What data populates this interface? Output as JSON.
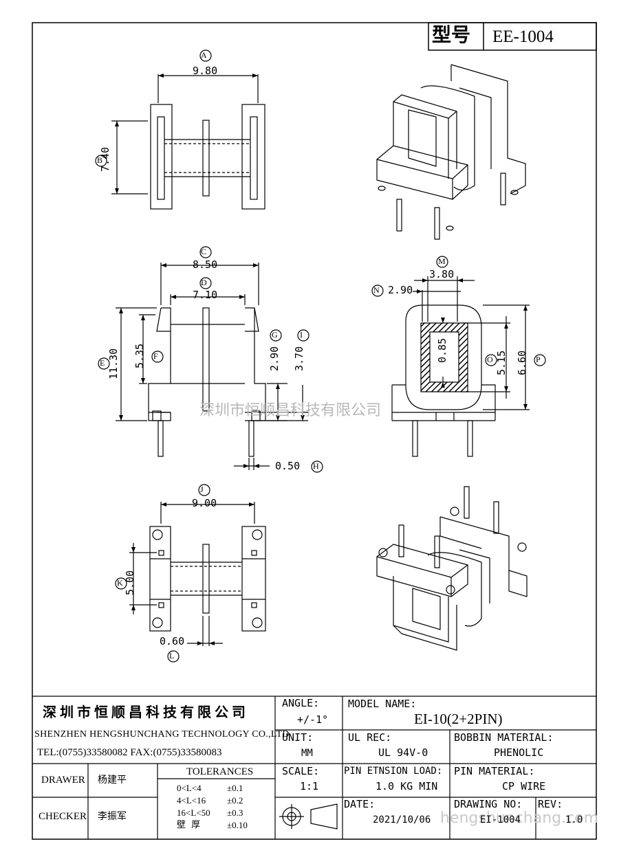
{
  "title_block": {
    "model_label": "型号",
    "model_value": "EE-1004"
  },
  "dimensions": {
    "A": {
      "letter": "A",
      "value": "9.80"
    },
    "B": {
      "letter": "B",
      "value": "7.40"
    },
    "C": {
      "letter": "C",
      "value": "8.50"
    },
    "D": {
      "letter": "D",
      "value": "7.10"
    },
    "E": {
      "letter": "E",
      "value": "11.30"
    },
    "F": {
      "letter": "F",
      "value": "5.35"
    },
    "G": {
      "letter": "G",
      "value": "2.90"
    },
    "H": {
      "letter": "H",
      "value": "0.50"
    },
    "I": {
      "letter": "I",
      "value": "3.70"
    },
    "J": {
      "letter": "J",
      "value": "9.00"
    },
    "K": {
      "letter": "K",
      "value": "5.00"
    },
    "L": {
      "letter": "L",
      "value": "0.60"
    },
    "M": {
      "letter": "M",
      "value": "3.80"
    },
    "N": {
      "letter": "N",
      "value": "2.90"
    },
    "O": {
      "letter": "O",
      "value": "5.15"
    },
    "P": {
      "letter": "P",
      "value": "6.60"
    },
    "inner": {
      "value": "0.85"
    }
  },
  "watermark": {
    "company": "深圳市恒顺昌科技有限公司",
    "site": "hengshunchang.com"
  },
  "footer": {
    "company_cn": "深圳市恒顺昌科技有限公司",
    "company_en": "SHENZHEN HENGSHUNCHANG TECHNOLOGY CO.,LTD",
    "tel_fax": "TEL:(0755)33580082 FAX:(0755)33580083",
    "drawer_label": "DRAWER",
    "drawer_name": "杨建平",
    "checker_label": "CHECKER",
    "checker_name": "李振军",
    "tolerances_label": "TOLERANCES",
    "tolerances": [
      {
        "range": "0<L<4",
        "value": "±0.1"
      },
      {
        "range": "4<L<16",
        "value": "±0.2"
      },
      {
        "range": "16<L<50",
        "value": "±0.3"
      },
      {
        "range": "壁  厚",
        "value": "±0.10"
      }
    ],
    "angle_label": "ANGLE:",
    "angle_value": "+/-1°",
    "unit_label": "UNIT:",
    "unit_value": "MM",
    "scale_label": "SCALE:",
    "scale_value": "1:1",
    "model_name_label": "MODEL NAME:",
    "model_name_value": "EI-10(2+2PIN)",
    "ul_rec_label": "UL REC:",
    "ul_rec_value": "UL 94V-0",
    "bobbin_material_label": "BOBBIN MATERIAL:",
    "bobbin_material_value": "PHENOLIC",
    "pin_load_label": "PIN ETNSION LOAD:",
    "pin_load_value": "1.0 KG MIN",
    "pin_material_label": "PIN MATERIAL:",
    "pin_material_value": "CP WIRE",
    "date_label": "DATE:",
    "date_value": "2021/10/06",
    "drawing_no_label": "DRAWING NO:",
    "drawing_no_value": "EI-1004",
    "rev_label": "REV:",
    "rev_value": "1.0"
  }
}
